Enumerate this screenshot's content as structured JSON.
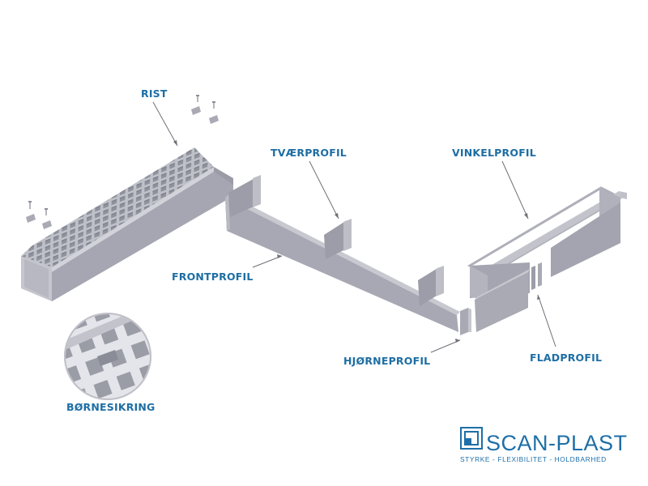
{
  "labels": {
    "rist": "RIST",
    "tvaerprofil": "TVÆRPROFIL",
    "vinkelprofil": "VINKELPROFIL",
    "frontprofil": "FRONTPROFIL",
    "hjorneprofil": "HJØRNEPROFIL",
    "fladprofil": "FLADPROFIL",
    "bornesikring": "BØRNESIKRING"
  },
  "brand": {
    "name": "SCAN-PLAST",
    "tagline": "STYRKE - FLEXIBILITET - HOLDBARHED"
  },
  "colors": {
    "label": "#1e6ea4",
    "brand": "#1e6fa8",
    "metal_light": "#c9cad2",
    "metal_mid": "#a9aab4",
    "metal_dark": "#8d8e99",
    "leader": "#6f7078"
  }
}
